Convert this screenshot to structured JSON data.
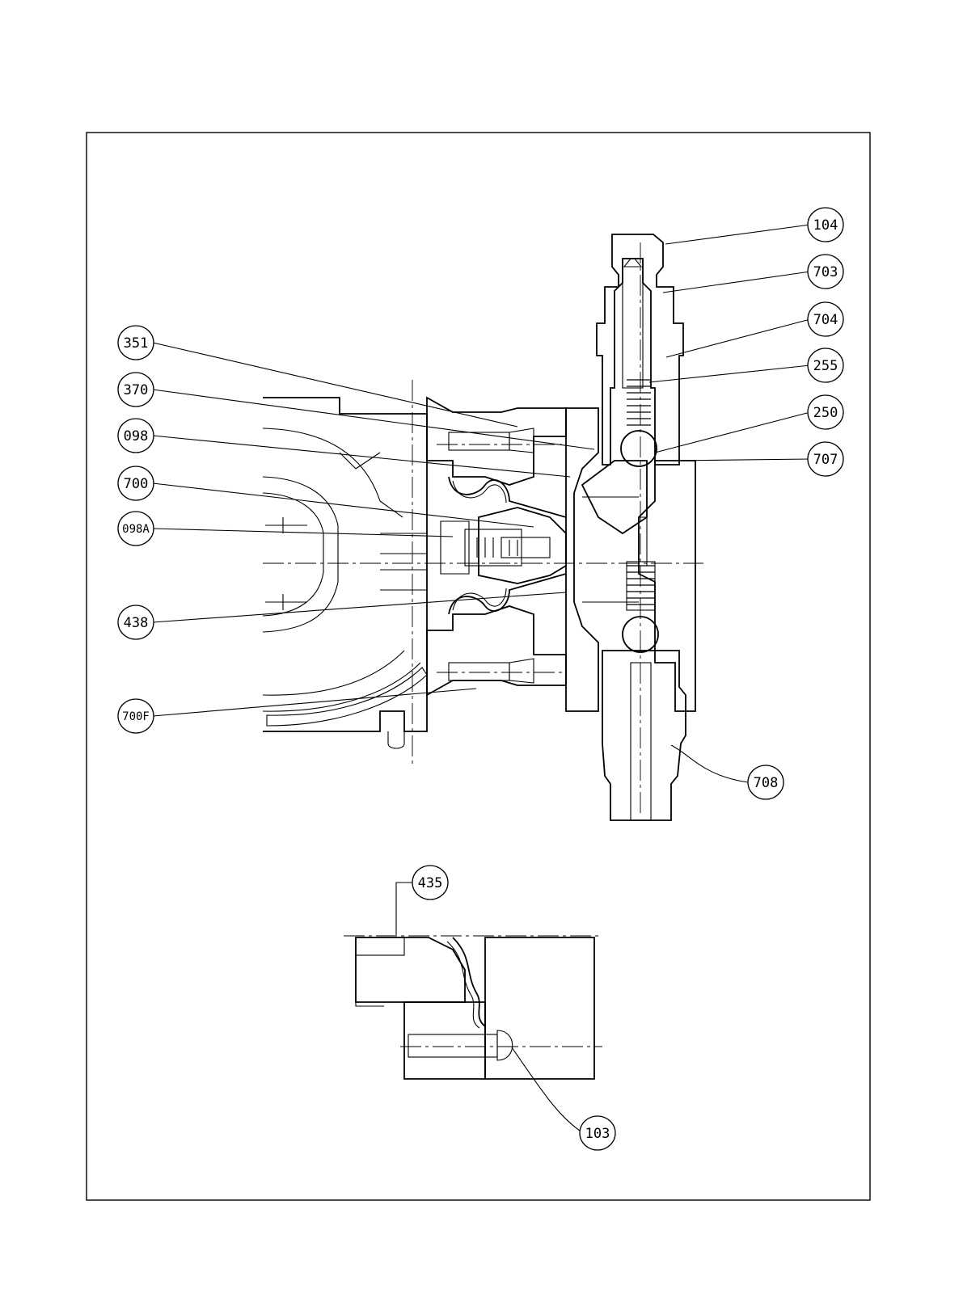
{
  "callouts": [
    {
      "id": "c104",
      "label": "104"
    },
    {
      "id": "c703",
      "label": "703"
    },
    {
      "id": "c704",
      "label": "704"
    },
    {
      "id": "c255",
      "label": "255"
    },
    {
      "id": "c250",
      "label": "250"
    },
    {
      "id": "c707",
      "label": "707"
    },
    {
      "id": "c351",
      "label": "351"
    },
    {
      "id": "c370",
      "label": "370"
    },
    {
      "id": "c098",
      "label": "098"
    },
    {
      "id": "c700",
      "label": "700"
    },
    {
      "id": "c098a",
      "label": "098A"
    },
    {
      "id": "c438",
      "label": "438"
    },
    {
      "id": "c700f",
      "label": "700F"
    },
    {
      "id": "c708",
      "label": "708"
    },
    {
      "id": "c435",
      "label": "435"
    },
    {
      "id": "c103",
      "label": "103"
    }
  ]
}
